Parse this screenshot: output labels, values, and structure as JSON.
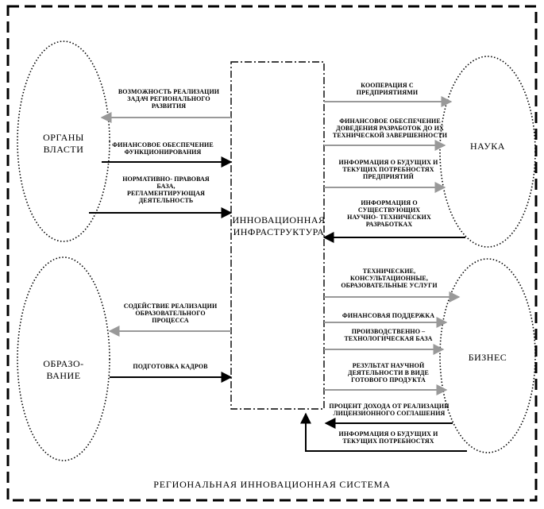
{
  "system": {
    "title": "РЕГИОНАЛЬНАЯ ИННОВАЦИОННАЯ СИСТЕМА"
  },
  "nodes": {
    "authorities": "ОРГАНЫ\nВЛАСТИ",
    "education": "ОБРАЗО-\nВАНИЕ",
    "infrastructure": "ИННОВАЦИОННАЯ\nИНФРАСТРУКТУРА",
    "science": "НАУКА",
    "business": "БИЗНЕС"
  },
  "flows": {
    "left": [
      {
        "id": "reg-dev",
        "text": "ВОЗМОЖНОСТЬ РЕАЛИЗАЦИИ\nЗАДАЧ РЕГИОНАЛЬНОГО\nРАЗВИТИЯ",
        "direction": "to-authorities",
        "color": "#999999"
      },
      {
        "id": "fin-func",
        "text": "ФИНАНСОВОЕ ОБЕСПЕЧЕНИЕ\nФУНКЦИОНИРОВАНИЯ",
        "direction": "to-infrastructure",
        "color": "#000000"
      },
      {
        "id": "legal-base",
        "text": "НОРМАТИВНО- ПРАВОВАЯ\nБАЗА,\nРЕГЛАМЕНТИРУЮЩАЯ\nДЕЯТЕЛЬНОСТЬ",
        "direction": "to-infrastructure",
        "color": "#000000"
      },
      {
        "id": "edu-process",
        "text": "СОДЕЙСТВИЕ РЕАЛИЗАЦИИ\nОБРАЗОВАТЕЛЬНОГО\nПРОЦЕССА",
        "direction": "to-education",
        "color": "#999999"
      },
      {
        "id": "staff",
        "text": "ПОДГОТОВКА КАДРОВ",
        "direction": "to-infrastructure",
        "color": "#000000"
      }
    ],
    "science": [
      {
        "id": "coop",
        "text": "КООПЕРАЦИЯ С\nПРЕДПРИЯТИЯМИ",
        "direction": "to-science",
        "color": "#999999"
      },
      {
        "id": "fin-dev",
        "text": "ФИНАНСОВОЕ ОБЕСПЕЧЕНИЕ\nДОВЕДЕНИЯ РАЗРАБОТОК ДО ИХ\nТЕХНИЧЕСКОЙ ЗАВЕРШЕННОСТИ",
        "direction": "to-science",
        "color": "#999999"
      },
      {
        "id": "info-needs",
        "text": "ИНФОРМАЦИЯ О БУДУЩИХ И\nТЕКУЩИХ ПОТРЕБНОСТЯХ\nПРЕДПРИЯТИЙ",
        "direction": "to-science",
        "color": "#999999"
      },
      {
        "id": "info-existing",
        "text": "ИНФОРМАЦИЯ О\nСУЩЕСТВУЮЩИХ\nНАУЧНО- ТЕХНИЧЕСКИХ\nРАЗРАБОТКАХ",
        "direction": "to-infrastructure",
        "color": "#000000"
      }
    ],
    "business": [
      {
        "id": "tech-services",
        "text": "ТЕХНИЧЕСКИЕ,\nКОНСУЛЬТАЦИОННЫЕ,\nОБРАЗОВАТЕЛЬНЫЕ УСЛУГИ",
        "direction": "to-business",
        "color": "#999999"
      },
      {
        "id": "fin-support",
        "text": "ФИНАНСОВАЯ ПОДДЕРЖКА",
        "direction": "to-business",
        "color": "#999999"
      },
      {
        "id": "prod-base",
        "text": "ПРОИЗВОДСТВЕННО –\nТЕХНОЛОГИЧЕСКАЯ БАЗА",
        "direction": "to-business",
        "color": "#999999"
      },
      {
        "id": "sci-result",
        "text": "РЕЗУЛЬТАТ НАУЧНОЙ\nДЕЯТЕЛЬНОСТИ В ВИДЕ\nГОТОВОГО ПРОДУКТА",
        "direction": "to-business",
        "color": "#999999"
      },
      {
        "id": "license-income",
        "text": "ПРОЦЕНТ ДОХОДА ОТ РЕАЛИЗАЦИИ\nЛИЦЕНЗИОННОГО СОГЛАШЕНИЯ",
        "direction": "to-infrastructure",
        "color": "#000000"
      },
      {
        "id": "info-biz-needs",
        "text": "ИНФОРМАЦИЯ О БУДУЩИХ И\nТЕКУЩИХ ПОТРЕБНОСТЯХ",
        "direction": "to-infrastructure",
        "color": "#000000"
      }
    ]
  }
}
